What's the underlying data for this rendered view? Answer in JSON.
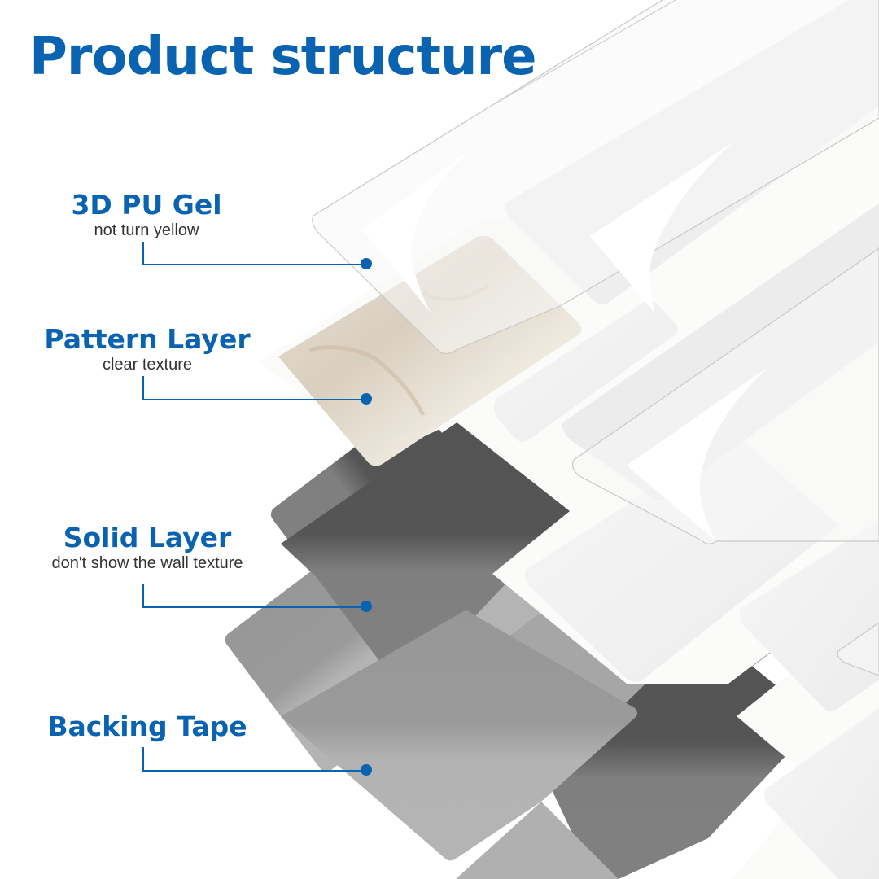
{
  "title": "Product structure",
  "colors": {
    "accent_blue": "#0a63b0",
    "desc_text": "#333333",
    "solid_layer_dark": "#545454",
    "solid_layer_mid": "#7f7f7f",
    "backing_tape": "#b3b3b3",
    "pattern_beige": "#e6dfd3",
    "tile_white": "#f3f3f3"
  },
  "layers": [
    {
      "id": "pu-gel",
      "name": "3D PU Gel",
      "description": "not turn yellow"
    },
    {
      "id": "pattern",
      "name": "Pattern Layer",
      "description": "clear texture"
    },
    {
      "id": "solid",
      "name": "Solid Layer",
      "description": "don't show the wall texture"
    },
    {
      "id": "backing",
      "name": "Backing Tape",
      "description": ""
    }
  ]
}
